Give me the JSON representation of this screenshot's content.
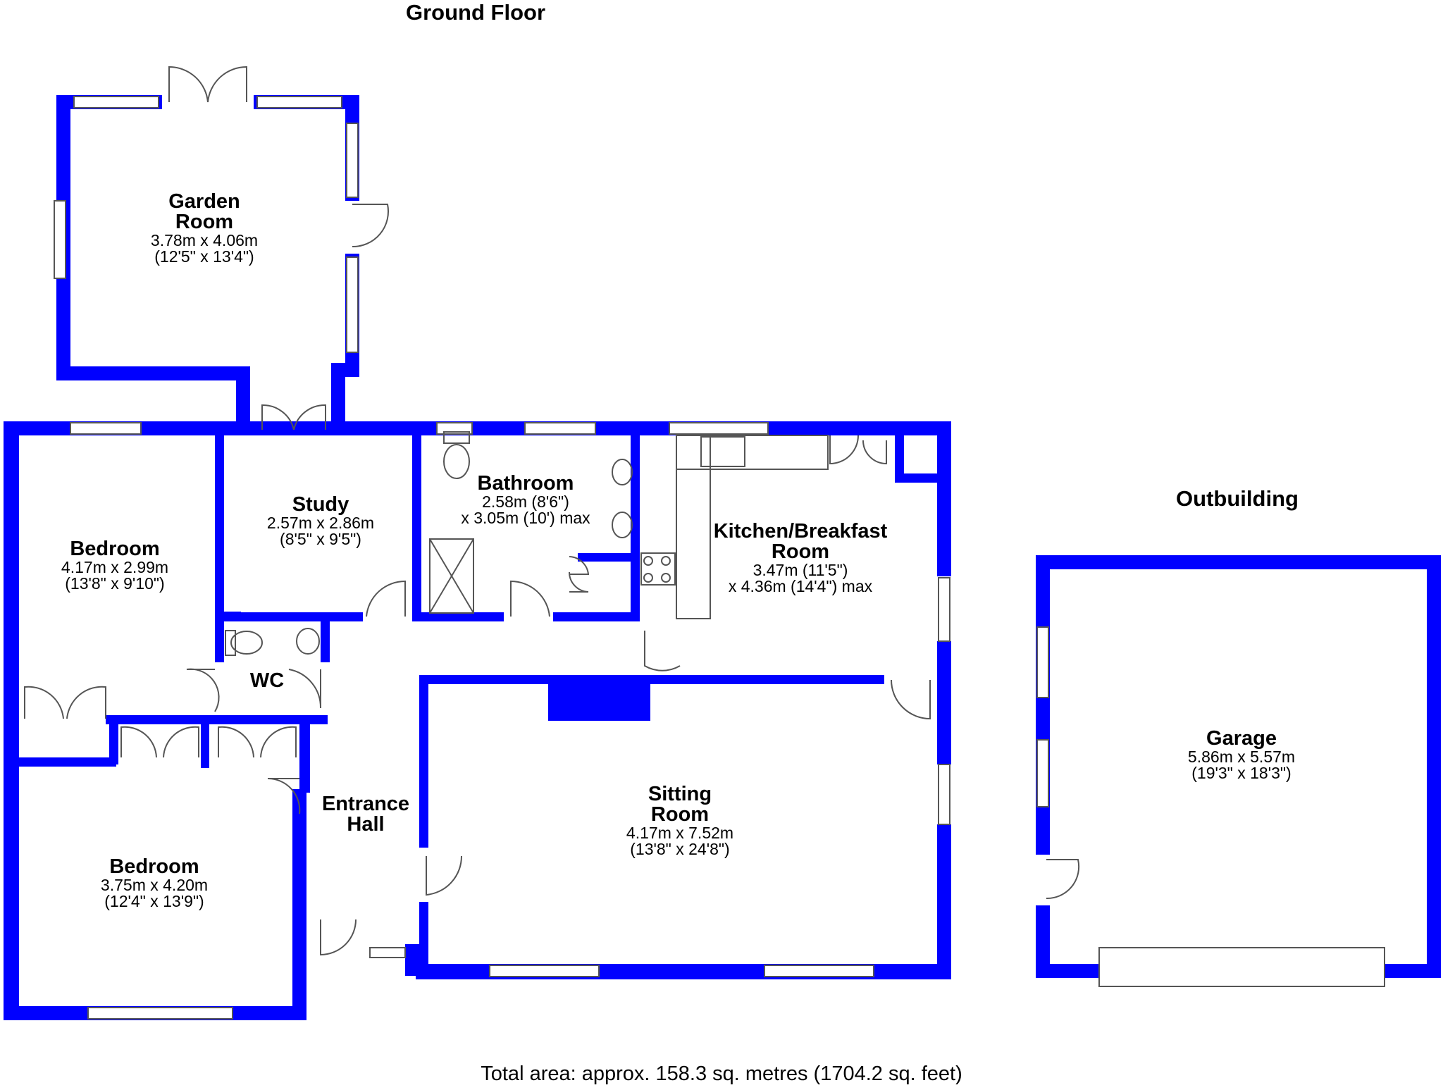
{
  "floor_title": "Ground Floor",
  "outbuilding_title": "Outbuilding",
  "total_area": "Total area: approx. 158.3 sq. metres (1704.2 sq. feet)",
  "colors": {
    "wall": "#0000ff",
    "fixture": "#555555"
  },
  "rooms": {
    "garden_room": {
      "name_1": "Garden",
      "name_2": "Room",
      "dim_1": "3.78m x 4.06m",
      "dim_2": "(12'5\" x 13'4\")"
    },
    "bedroom_1": {
      "name": "Bedroom",
      "dim_1": "4.17m x 2.99m",
      "dim_2": "(13'8\" x 9'10\")"
    },
    "study": {
      "name": "Study",
      "dim_1": "2.57m x 2.86m",
      "dim_2": "(8'5\" x 9'5\")"
    },
    "bathroom": {
      "name": "Bathroom",
      "dim_1": "2.58m (8'6\")",
      "dim_2": "x 3.05m (10') max"
    },
    "kitchen": {
      "name_1": "Kitchen/Breakfast",
      "name_2": "Room",
      "dim_1": "3.47m (11'5\")",
      "dim_2": "x 4.36m (14'4\") max"
    },
    "wc": {
      "name": "WC"
    },
    "entrance_hall": {
      "name_1": "Entrance",
      "name_2": "Hall"
    },
    "sitting_room": {
      "name_1": "Sitting",
      "name_2": "Room",
      "dim_1": "4.17m x 7.52m",
      "dim_2": "(13'8\" x 24'8\")"
    },
    "bedroom_2": {
      "name": "Bedroom",
      "dim_1": "3.75m x 4.20m",
      "dim_2": "(12'4\" x 13'9\")"
    },
    "garage": {
      "name": "Garage",
      "dim_1": "5.86m x 5.57m",
      "dim_2": "(19'3\" x 18'3\")"
    }
  }
}
